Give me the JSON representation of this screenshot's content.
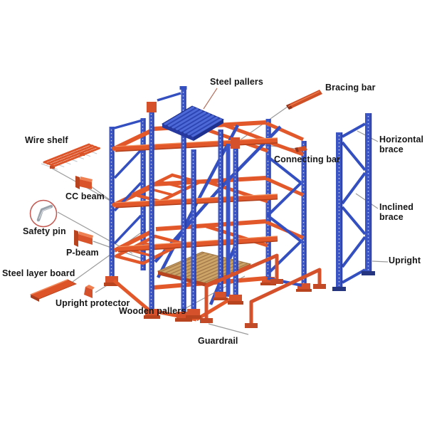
{
  "diagram": {
    "title": "Pallet racking components diagram",
    "background": "#ffffff",
    "colors": {
      "frame_blue": "#3b55c4",
      "frame_blue_dark": "#26379b",
      "brace_blue": "#3450c0",
      "beam_orange": "#e2582a",
      "beam_orange_dark": "#b8441f",
      "part_red_orange": "#d4512c",
      "wood_tan": "#cda468",
      "pin_gray": "#9aa2ab",
      "leader_gray": "#9b9b9b",
      "label_black": "#161616"
    },
    "labels": [
      {
        "id": "wire-shelf",
        "text": "Wire shelf"
      },
      {
        "id": "cc-beam",
        "text": "CC beam"
      },
      {
        "id": "safety-pin",
        "text": "Safety pin"
      },
      {
        "id": "p-beam",
        "text": "P-beam"
      },
      {
        "id": "steel-layer-board",
        "text": "Steel layer board"
      },
      {
        "id": "upright-protector",
        "text": "Upright protector"
      },
      {
        "id": "wooden-pallers",
        "text": "Wooden pallers"
      },
      {
        "id": "guardrail",
        "text": "Guardrail"
      },
      {
        "id": "steel-pallers",
        "text": "Steel pallers"
      },
      {
        "id": "bracing-bar",
        "text": "Bracing bar"
      },
      {
        "id": "connecting-bar",
        "text": "Connecting bar"
      },
      {
        "id": "horizontal-brace",
        "text": "Horizontal brace"
      },
      {
        "id": "inclined-brace",
        "text": "Inclined brace"
      },
      {
        "id": "upright",
        "text": "Upright"
      }
    ]
  }
}
